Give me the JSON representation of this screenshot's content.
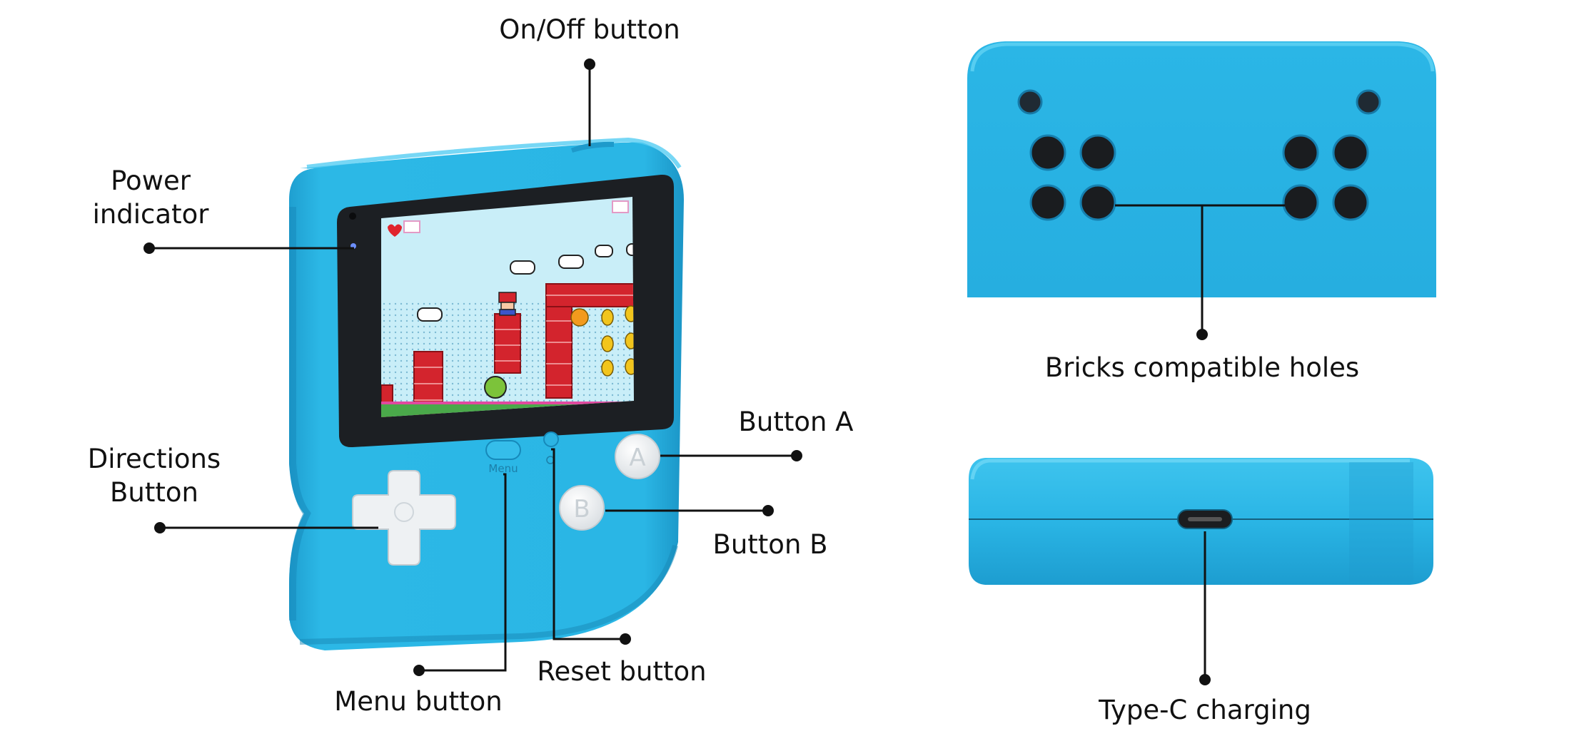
{
  "colors": {
    "body": "#29b5e4",
    "body_dark": "#1a93c3",
    "body_light": "#5fd0f3",
    "bezel": "#1d1f22",
    "screen_sky": "#c9eef8",
    "brick": "#d3242d",
    "button_white": "#f3f5f7",
    "leader": "#111111"
  },
  "labels": {
    "on_off": "On/Off button",
    "power_line1": "Power",
    "power_line2": "indicator",
    "directions_line1": "Directions",
    "directions_line2": "Button",
    "button_a": "Button A",
    "button_b": "Button B",
    "reset": "Reset button",
    "menu": "Menu button",
    "bricks": "Bricks compatible holes",
    "typec": "Type-C charging"
  },
  "device": {
    "button_a_letter": "A",
    "button_b_letter": "B",
    "menu_caption": "Menu"
  },
  "icons": [
    "heart-icon",
    "reset-icon"
  ]
}
